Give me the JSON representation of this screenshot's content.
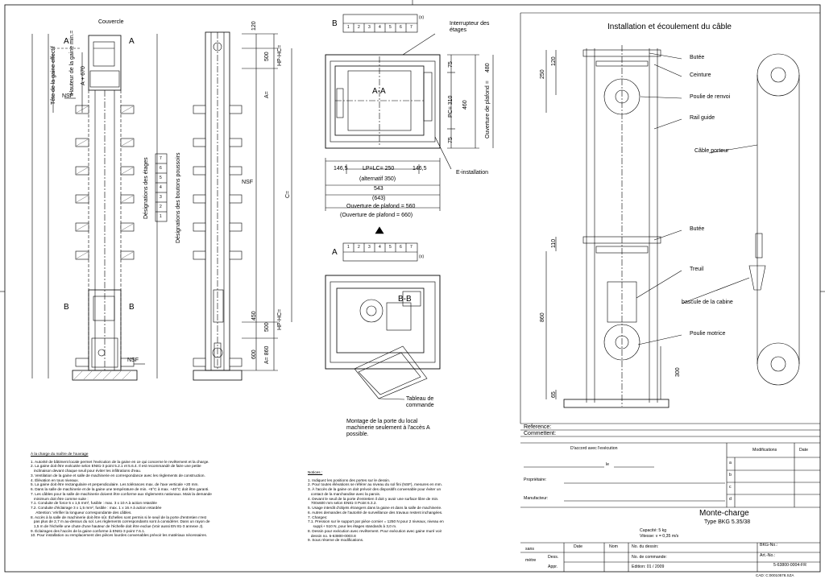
{
  "left_elevation": {
    "couvercle": "Couvercle",
    "section_a": "A",
    "section_b": "B",
    "tete_gaine": "Tête de la gaine effectif",
    "hauteur_gaine": "Hauteur de la gaine min.=",
    "hauteur_gaine_val": "A + 670",
    "nsf": "NSF",
    "designations_etages": "Désignations des étages",
    "designations_boutons": "Désignations des boutons poussoirs",
    "floors": [
      "7",
      "6",
      "5",
      "4",
      "3",
      "2",
      "1"
    ]
  },
  "side_elevation": {
    "dim_120": "120",
    "dim_500_top": "500",
    "hp_hc_top": "HP-HC=",
    "a_eq": "A=",
    "c_eq": "C=",
    "nsf": "NSF",
    "dim_450": "450",
    "dim_500_bot": "500",
    "hp_hc_bot": "HP-HC=",
    "dim_600": "600",
    "a_860": "A= 860"
  },
  "plan_aa": {
    "b_label": "B",
    "x_label": "(x)",
    "floors_row": [
      "1",
      "2",
      "3",
      "4",
      "5",
      "6",
      "7"
    ],
    "interrupteur": "Interrupteur des étages",
    "section": "A-A",
    "dim_75_top": "75",
    "dim_310": "PC= 310",
    "dim_460": "460",
    "dim_75_bot": "75",
    "ouverture_plafond_v": "Ouverture de plafond =",
    "ouverture_plafond_v_val": "480",
    "dim_1465_l": "146,5",
    "lp_lc": "LP=LC= 250",
    "dim_1465_r": "146,5",
    "alternatif": "(alternatif 350)",
    "dim_543": "543",
    "dim_643": "(643)",
    "ouverture_plafond_h": "Ouverture de plafond = 560",
    "ouverture_plafond_h2": "(Ouverture de plafond = 660)",
    "e_installation": "E-installation"
  },
  "plan_bb": {
    "a_label": "A",
    "x_label": "(x)",
    "floors_row": [
      "1",
      "2",
      "3",
      "4",
      "5",
      "6",
      "7"
    ],
    "section": "B-B",
    "tableau": "Tableau de commande",
    "montage": "Montage de la porte du local machinerie seulement à l'accès A possible."
  },
  "installation": {
    "title": "Installation et écoulement du câble",
    "labels": [
      "Butée",
      "Ceinture",
      "Poulie de renvoi",
      "Rail guide",
      "Câble porteur",
      "Butée",
      "Treuil",
      "bascule de la cabine",
      "Poulie motrice"
    ],
    "dims": [
      "250",
      "120",
      "110",
      "860",
      "300",
      "65"
    ]
  },
  "notes_owner": {
    "title": "À la charge du maître de l'ouvrage",
    "lines": [
      "1. Autorité de bâtiment locale permet l'exécution de la gaine en ce qui concerne le revêtement et la charge.",
      "2. La gaine doit être exécutée selon EN81-3 point 5.2.1 et 5.6.4. Il est recommandé de faire une petite",
      "   inclinaison devant chaque seuil pour éviter les infiltrations d'eau.",
      "3. Ventilation de la gaine et salle de machinerie en correspondance avec les règlements de construction.",
      "4. Élévation en tous niveaux.",
      "5. La gaine doit être rectangulaire et perpendiculaire. Les tolérances max. de l'axe verticale +20 mm.",
      "6. Dans la salle de machinerie et de la gaine une température de min. +5°C à max. +40°C doit être garanti.",
      "7. Les câbles pour la salle de machinerie doivent être conforme aux règlements nationaux. Mais la demande",
      "   minimum doit être comme suite :",
      "7.1. Conduite de force 5 x 1,5 mm², fusible : max. 3 x 10 A à action retardée",
      "7.2. Conduite d'éclairage 3 x 1,5 mm², fusible : max. 1 x 16 A à action retardée",
      "     Attention: Vérifier la longueur correspondante des câbles.",
      "8. Accès à la salle de machinerie doit être sûr. Échelles sont permis si le seuil de la porte d'entretien n'est",
      "   pas plus de 2,7 m au-dessus du sol. Les règlements correspondants sont à considérer. Dans un rayon de",
      "   1,5 m de l'échelle une chute d'une hauteur de l'échelle doit être exclue (Voir aussi EN 81-3 annexe J).",
      "9. Éclairages des l'accès de la gaine conforme à EN81-3 point 7.6.1.",
      "10. Pour installation ou remplacement des pièces lourdes convenables prévoir les matériaux nécessaires."
    ]
  },
  "notices": {
    "title": "Notices :",
    "lines": [
      "1. Indiquez les positions des portes sur le dessin.",
      "2. Pour toutes élévations se référer au niveau du sol fini (NSF), mesures en mm.",
      "3. À l'accès de la gaine on doit prévoir des dispositifs convenable pour éviter un",
      "   contact de la marchandise avec la parois.",
      "4. Devant le seuil de la porte d'entretien il doit y avoir une surface libre de min.",
      "   700x600 mm selon EN81-3 Point 6.3.2.",
      "5. Usage interdit d'objets étrangers dans la gaine et dans la salle de machinerie.",
      "6. Autres demandes de l'autorité de surveillance des travaux restent inchangées.",
      "7. Charges:",
      "7.1. Pression sur le support par pièce cornier = 1250 N pour 2 niveaux, niveau en",
      "     suppl.+ 510 N, pour les étages standards à 3,0 m.",
      "8. Dessin pour exécution avec revêtement. Pour exécution avec gaine muré voir",
      "   dessin no. 5-63800-0003.8",
      "9. Sous réserve de modifications."
    ]
  },
  "title_block": {
    "reference": "Reference:",
    "commentet": "Commettent:",
    "accord": "D'accord avec l'exécution",
    "le": "le",
    "proprietaire": "Propriétaire:",
    "manufacteur": "Manufacteur:",
    "modifications": "Modifications",
    "date": "Date",
    "rows": [
      "a",
      "b",
      "c",
      "d"
    ],
    "product": "Monte-charge",
    "type": "Type BKG 5.35/38",
    "capacite": "Capacité: 5 kg",
    "vitesse": "Vitesse: v = 0,35 m/s",
    "sans": "sans",
    "metre": "mètre",
    "col_date": "Date",
    "col_nom": "Nom",
    "dess": "Dess.",
    "appr": "Appr.",
    "no_dessin": "No. du dessin:",
    "no_commande": "No. de commande:",
    "edition": "Edition: 01 / 2009",
    "bkg_no": "BKG-No.:",
    "art_no": "Art.-No.:",
    "drawing_no": "5-63800-0004-FR",
    "cad": "CAD:  C:00010578.SZA"
  }
}
